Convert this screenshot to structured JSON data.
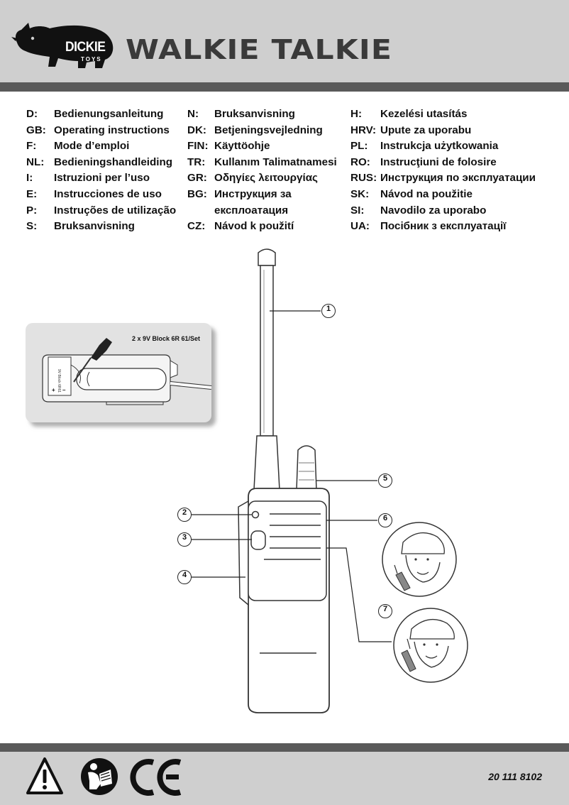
{
  "header": {
    "brand": {
      "name": "DICKIE",
      "sub": "TOYS"
    },
    "title": "Walkie Talkie"
  },
  "languages": {
    "col1": [
      {
        "code": "D:",
        "name": "Bedienungsanleitung"
      },
      {
        "code": "GB:",
        "name": "Operating instructions"
      },
      {
        "code": "F:",
        "name": "Mode d’emploi"
      },
      {
        "code": "NL:",
        "name": "Bedieningshandleiding"
      },
      {
        "code": "I:",
        "name": "Istruzioni per l’uso"
      },
      {
        "code": "E:",
        "name": "Instrucciones de uso"
      },
      {
        "code": "P:",
        "name": "Instruções de utilização"
      },
      {
        "code": "S:",
        "name": "Bruksanvisning"
      }
    ],
    "col2": [
      {
        "code": "N:",
        "name": "Bruksanvisning"
      },
      {
        "code": "DK:",
        "name": "Betjeningsvejledning"
      },
      {
        "code": "FIN:",
        "name": "Käyttöohje"
      },
      {
        "code": "TR:",
        "name": "Kullanım Talimatnamesi"
      },
      {
        "code": "GR:",
        "name": "Οδηγίες λειτουργίας"
      },
      {
        "code": "BG:",
        "name": "Инструкция за"
      },
      {
        "code": "",
        "name": "експлоатация"
      },
      {
        "code": "CZ:",
        "name": "Návod k použití"
      }
    ],
    "col3": [
      {
        "code": "H:",
        "name": "Kezelési utasítás"
      },
      {
        "code": "HRV:",
        "name": "Upute za uporabu"
      },
      {
        "code": "PL:",
        "name": "Instrukcja użytkowania"
      },
      {
        "code": "RO:",
        "name": "Instrucţiuni de folosire"
      },
      {
        "code": "RUS:",
        "name": "Инструкция по эксплуатации"
      },
      {
        "code": "SK:",
        "name": "Návod na použitie"
      },
      {
        "code": "SI:",
        "name": "Navodilo za uporabo"
      },
      {
        "code": "UA:",
        "name": "Посібник з експлуатації"
      }
    ]
  },
  "illustration": {
    "battery_label": "2 x 9V Block 6R 61/Set",
    "callouts": [
      "1",
      "2",
      "3",
      "4",
      "5",
      "6",
      "7"
    ]
  },
  "footer": {
    "icons": [
      "warning-triangle-icon",
      "read-manual-icon",
      "ce-mark-icon"
    ],
    "article_number": "20 111 8102"
  },
  "colors": {
    "band": "#cfcfcf",
    "rule": "#5a5a5a",
    "title": "#3a3a3a"
  }
}
